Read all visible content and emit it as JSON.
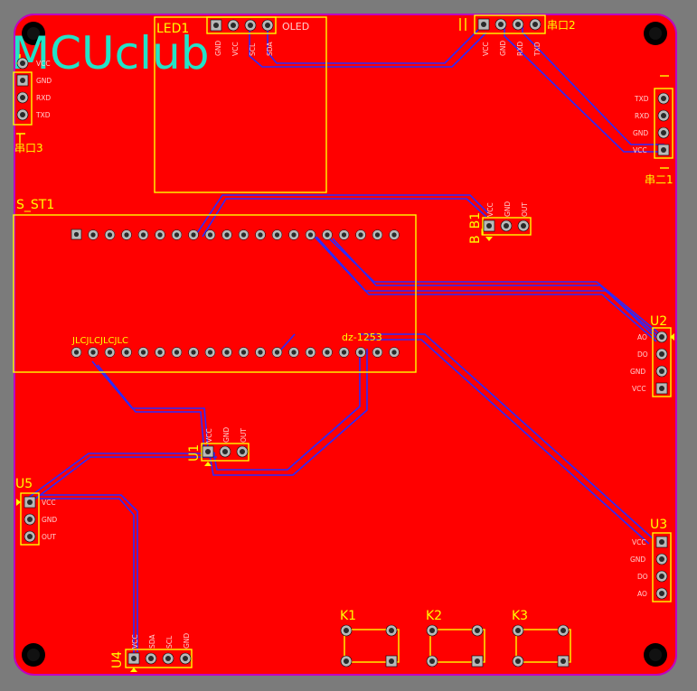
{
  "board": {
    "colors": {
      "background": "#7b7b7b",
      "board": "#ff0000",
      "outline": "#c000c0",
      "silk": "#ffff00",
      "trace": "#2a2aff",
      "pad": "#b8b8b8",
      "logo": "#22e3c8"
    },
    "logo": "MCUclub",
    "labels": {
      "led1": "LED1",
      "oled": "OLED",
      "uart2": "串口2",
      "uart3": "串口3",
      "uart1": "串二1",
      "s_st1": "S_ST1",
      "jlc": "JLCJLCJLCJLC",
      "dz": "dz-1253",
      "b_b1": "B_B1",
      "u1": "U1",
      "u2": "U2",
      "u3": "U3",
      "u4": "U4",
      "u5": "U5",
      "k1": "K1",
      "k2": "K2",
      "k3": "K3"
    },
    "pins": {
      "uart3": [
        "VCC",
        "GND",
        "RXD",
        "TXD"
      ],
      "uart1": [
        "TXD",
        "RXD",
        "GND",
        "VCC"
      ],
      "uart2": [
        "VCC",
        "GND",
        "RXD",
        "TXD"
      ],
      "oled": [
        "GND",
        "VCC",
        "SCL",
        "SDA"
      ],
      "u1": [
        "VCC",
        "GND",
        "OUT"
      ],
      "b_b1": [
        "VCC",
        "GND",
        "OUT"
      ],
      "u2": [
        "AO",
        "DO",
        "GND",
        "VCC"
      ],
      "u3": [
        "VCC",
        "GND",
        "DO",
        "AO"
      ],
      "u5": [
        "VCC",
        "GND",
        "OUT"
      ],
      "u4": [
        "VCC",
        "SDA",
        "SCL",
        "GND"
      ]
    }
  }
}
